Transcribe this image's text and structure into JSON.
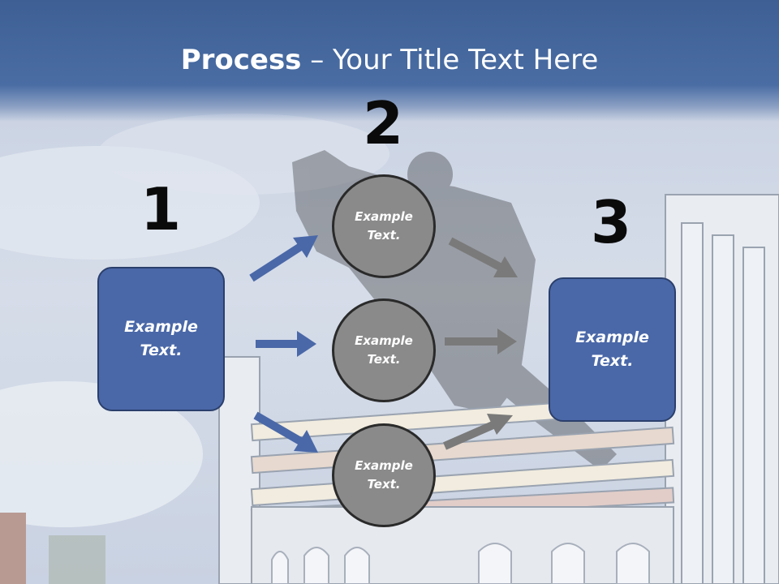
{
  "title": {
    "bold": "Process",
    "rest": " – Your Title Text Here"
  },
  "steps": [
    {
      "number": "1",
      "text": "Example Text."
    },
    {
      "number": "2",
      "text": "Example Text."
    },
    {
      "number": "3",
      "text": "Example Text."
    }
  ],
  "circles": [
    {
      "text": "Example Text."
    },
    {
      "text": "Example Text."
    },
    {
      "text": "Example Text."
    }
  ],
  "colors": {
    "header": "#4a6da4",
    "box": "#4a68a8",
    "circle": "#8a8a8a",
    "blue_arrow": "#4a68a8",
    "gray_arrow": "#7a7a7a"
  }
}
